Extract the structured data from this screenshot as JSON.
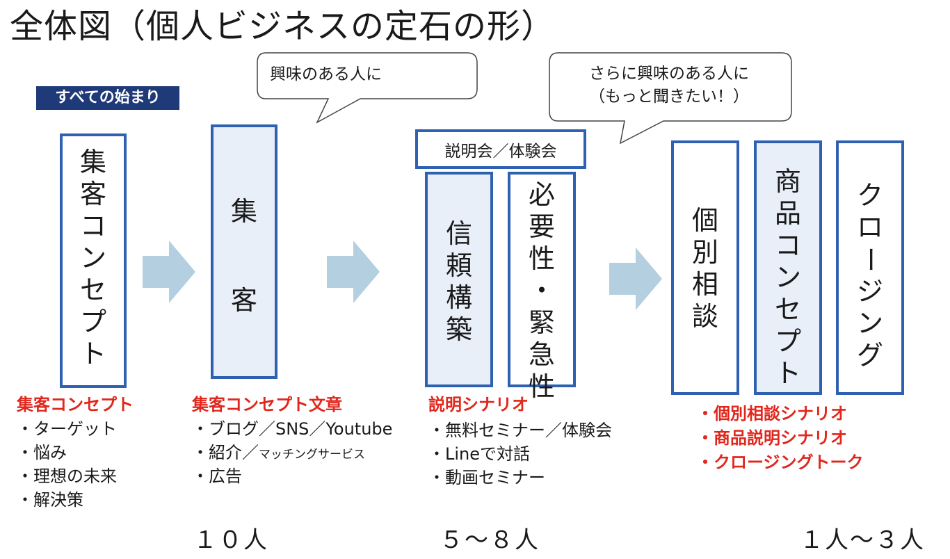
{
  "title": "全体図（個人ビジネスの定石の形）",
  "start_label": "すべての始まり",
  "bubbles": {
    "first": "興味のある人に",
    "second_line1": "さらに興味のある人に",
    "second_line2": "（もっと聞きたい！）"
  },
  "event_label": "説明会／体験会",
  "boxes": {
    "concept": [
      "集",
      "客",
      "コ",
      "ン",
      "セ",
      "プ",
      "ト"
    ],
    "attract": [
      "集",
      "客"
    ],
    "trust": [
      "信",
      "頼",
      "構",
      "築"
    ],
    "need": [
      "必",
      "要",
      "性",
      "・",
      "緊",
      "急",
      "性"
    ],
    "consult": [
      "個",
      "別",
      "相",
      "談"
    ],
    "product": [
      "商",
      "品",
      "コ",
      "ン",
      "セ",
      "プ",
      "ト"
    ],
    "closing": [
      "ク",
      "ロ",
      "ー",
      "ジ",
      "ン",
      "グ"
    ]
  },
  "sections": {
    "concept": {
      "heading": "集客コンセプト",
      "items": [
        "・ターゲット",
        "・悩み",
        "・理想の未来",
        "・解決策"
      ]
    },
    "attract": {
      "heading": "集客コンセプト文章",
      "item1": "・ブログ／SNS／Youtube",
      "item2_main": "・紹介／",
      "item2_small": "マッチングサービス",
      "item3": "・広告"
    },
    "explain": {
      "heading": "説明シナリオ",
      "items": [
        "・無料セミナー／体験会",
        "・Lineで対話",
        "・動画セミナー"
      ]
    },
    "sales": {
      "items": [
        "・個別相談シナリオ",
        "・商品説明シナリオ",
        "・クロージングトーク"
      ]
    }
  },
  "counts": {
    "left": "１０人",
    "middle": "５～８人",
    "right": "１人～３人"
  },
  "colors": {
    "box_border": "#2f61b2",
    "box_fill": "#e8eff8",
    "arrow": "#b4cfe0",
    "badge": "#1f3a78",
    "accent_red": "#e1261c"
  }
}
